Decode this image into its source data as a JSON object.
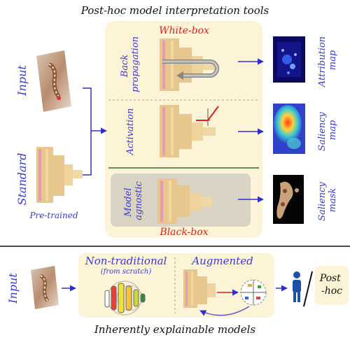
{
  "top_title": "Post-hoc model interpretation tools",
  "bottom_title": "Inherently explainable models",
  "left": {
    "input_label": "Input",
    "standard_label": "Standard",
    "pretrained_label": "Pre-trained"
  },
  "panel": {
    "whitebox_label": "White-box",
    "blackbox_label": "Black-box",
    "rows": [
      {
        "method": [
          "Back",
          "propagation"
        ],
        "output": [
          "Attribution",
          "map"
        ]
      },
      {
        "method": [
          "Activation"
        ],
        "output": [
          "Saliency",
          "map"
        ]
      },
      {
        "method": [
          "Model",
          "agnostic"
        ],
        "output": [
          "Saliency",
          "mask"
        ]
      }
    ]
  },
  "bottom": {
    "input_label": "Input",
    "nontraditional_label": "Non-traditional",
    "from_scratch_label": "(from scratch)",
    "augmented_label": "Augmented",
    "posthoc_label": [
      "Post",
      "-hoc"
    ]
  },
  "colors": {
    "text_blue": "#3a3ad6",
    "accent_red": "#e0201b",
    "panel_bg": "#fdf3d6",
    "agnostic_bg": "#d9d3c4",
    "divider_green": "#2d6a2d"
  }
}
